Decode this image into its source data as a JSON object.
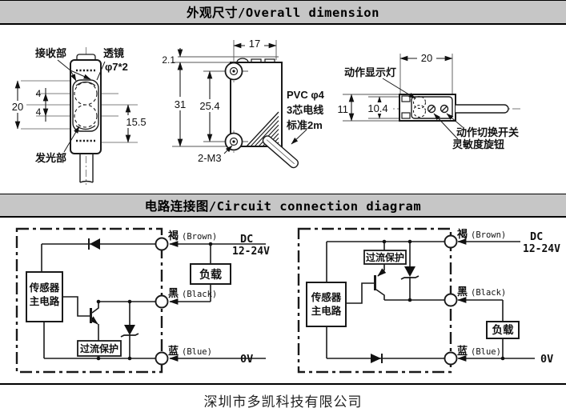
{
  "colors": {
    "header_bg": "#c6c6c6",
    "header_border": "#000000",
    "ink": "#1a1a1a"
  },
  "headers": {
    "overall": "外观尺寸/Overall dimension",
    "circuit": "电路连接图/Circuit connection diagram"
  },
  "front_view": {
    "receiver": "接收部",
    "lens": "透镜",
    "lens_spec": "φ7*2",
    "emitter": "发光部",
    "dim_total_height": "20",
    "dim_upper": "4",
    "dim_lower": "4",
    "dim_lens_center": "15.5"
  },
  "side_view": {
    "dim_width": "17",
    "dim_top_offset": "2.1",
    "dim_height": "31",
    "dim_hole_pitch": "25.4",
    "holes": "2-M3",
    "cable": {
      "line1": "PVC φ4",
      "line2": "3芯电线",
      "line3": "标准2m"
    }
  },
  "top_view": {
    "dim_width": "20",
    "dim_height": "11",
    "dim_inner": "10.4",
    "indicator": "动作显示灯",
    "mode_switch": "动作切换开关",
    "sensitivity": "灵敏度旋钮"
  },
  "circuits": {
    "sensor_line1": "传感器",
    "sensor_line2": "主电路",
    "overcurrent": "过流保护",
    "load": "负载",
    "brown": "褐",
    "brown_en": "(Brown)",
    "black": "黑",
    "black_en": "(Black)",
    "blue": "蓝",
    "blue_en": "(Blue)",
    "dc": "DC",
    "dc_range": "12-24V",
    "zero": "0V"
  },
  "footer": {
    "company": "深圳市多凯科技有限公司"
  }
}
